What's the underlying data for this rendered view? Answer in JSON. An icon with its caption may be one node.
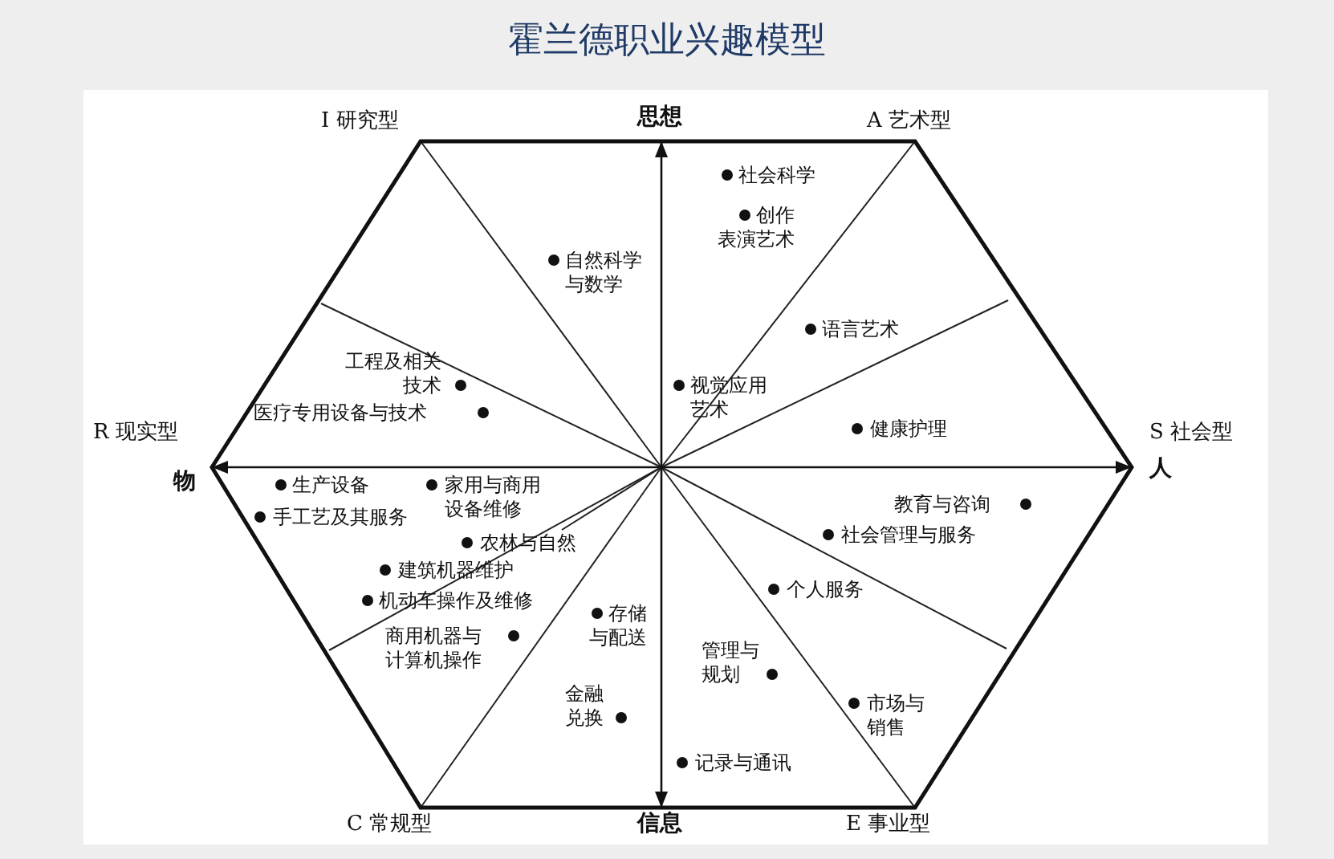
{
  "diagram": {
    "title": "霍兰德职业兴趣模型",
    "labels": [
      "I 研究型",
      "思想",
      "A 艺术型",
      "社会科学",
      "创作表演艺术",
      "自然科学与数学",
      "语言艺术",
      "工程及相关技术",
      "视觉应用艺术",
      "R 现实型",
      "医疗专用设备与技术",
      "健康护理",
      "S 社会型",
      "物",
      "人",
      "生产设备",
      "家用与商用设备维修",
      "教育与咨询",
      "手工艺及其服务",
      "社会管理与服务",
      "农林与自然",
      "建筑机器维护",
      "机动车操作及维修",
      "个人服务",
      "存储与配送",
      "商用机器与计算机操作",
      "金融兑换",
      "管理与规划",
      "市场与销售",
      "记录与通讯",
      "C 常规型",
      "信息",
      "E 事业型"
    ]
  }
}
